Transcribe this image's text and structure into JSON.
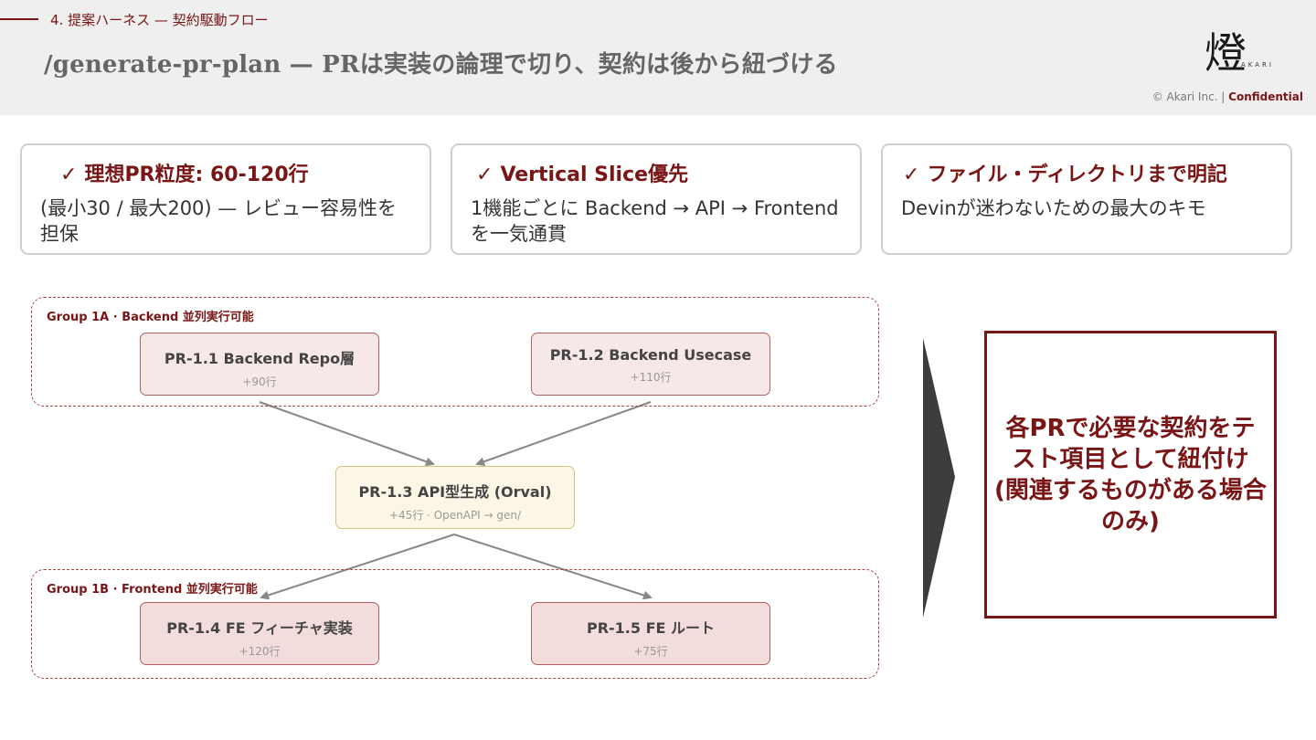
{
  "header": {
    "section": "4. 提案ハーネス — 契約駆動フロー",
    "title": "/generate-pr-plan  — PRは実装の論理で切り、契約は後から紐づける",
    "logo_glyph": "燈",
    "logo_word": "AKARI",
    "copyright": "© Akari Inc. | ",
    "confidential": "Confidential"
  },
  "cards": [
    {
      "check": "✓",
      "title": "理想PR粒度: 60-120行",
      "desc": "(最小30 / 最大200) — レビュー容易性を担保"
    },
    {
      "check": "✓",
      "title": "Vertical Slice優先",
      "desc": "1機能ごとに Backend → API → Frontend を一気通貫"
    },
    {
      "check": "✓",
      "title": "ファイル・ディレクトリまで明記",
      "desc": "Devinが迷わないための最大のキモ"
    }
  ],
  "diagram": {
    "group_a": "Group 1A · Backend 並列実行可能",
    "group_b": "Group 1B · Frontend 並列実行可能",
    "prs": [
      {
        "title": "PR-1.1 Backend Repo層",
        "lines": "+90行"
      },
      {
        "title": "PR-1.2 Backend Usecase",
        "lines": "+110行"
      },
      {
        "title": "PR-1.3 API型生成 (Orval)",
        "lines": "+45行 · OpenAPI → gen/"
      },
      {
        "title": "PR-1.4 FE フィーチャ実装",
        "lines": "+120行"
      },
      {
        "title": "PR-1.5 FE ルート",
        "lines": "+75行"
      }
    ]
  },
  "callout": "各PRで必要な契約をテスト項目として紐付け (関連するものがある場合のみ)",
  "colors": {
    "accent": "#7a1515",
    "arrow": "#3d3d3d",
    "edge": "#888888"
  }
}
